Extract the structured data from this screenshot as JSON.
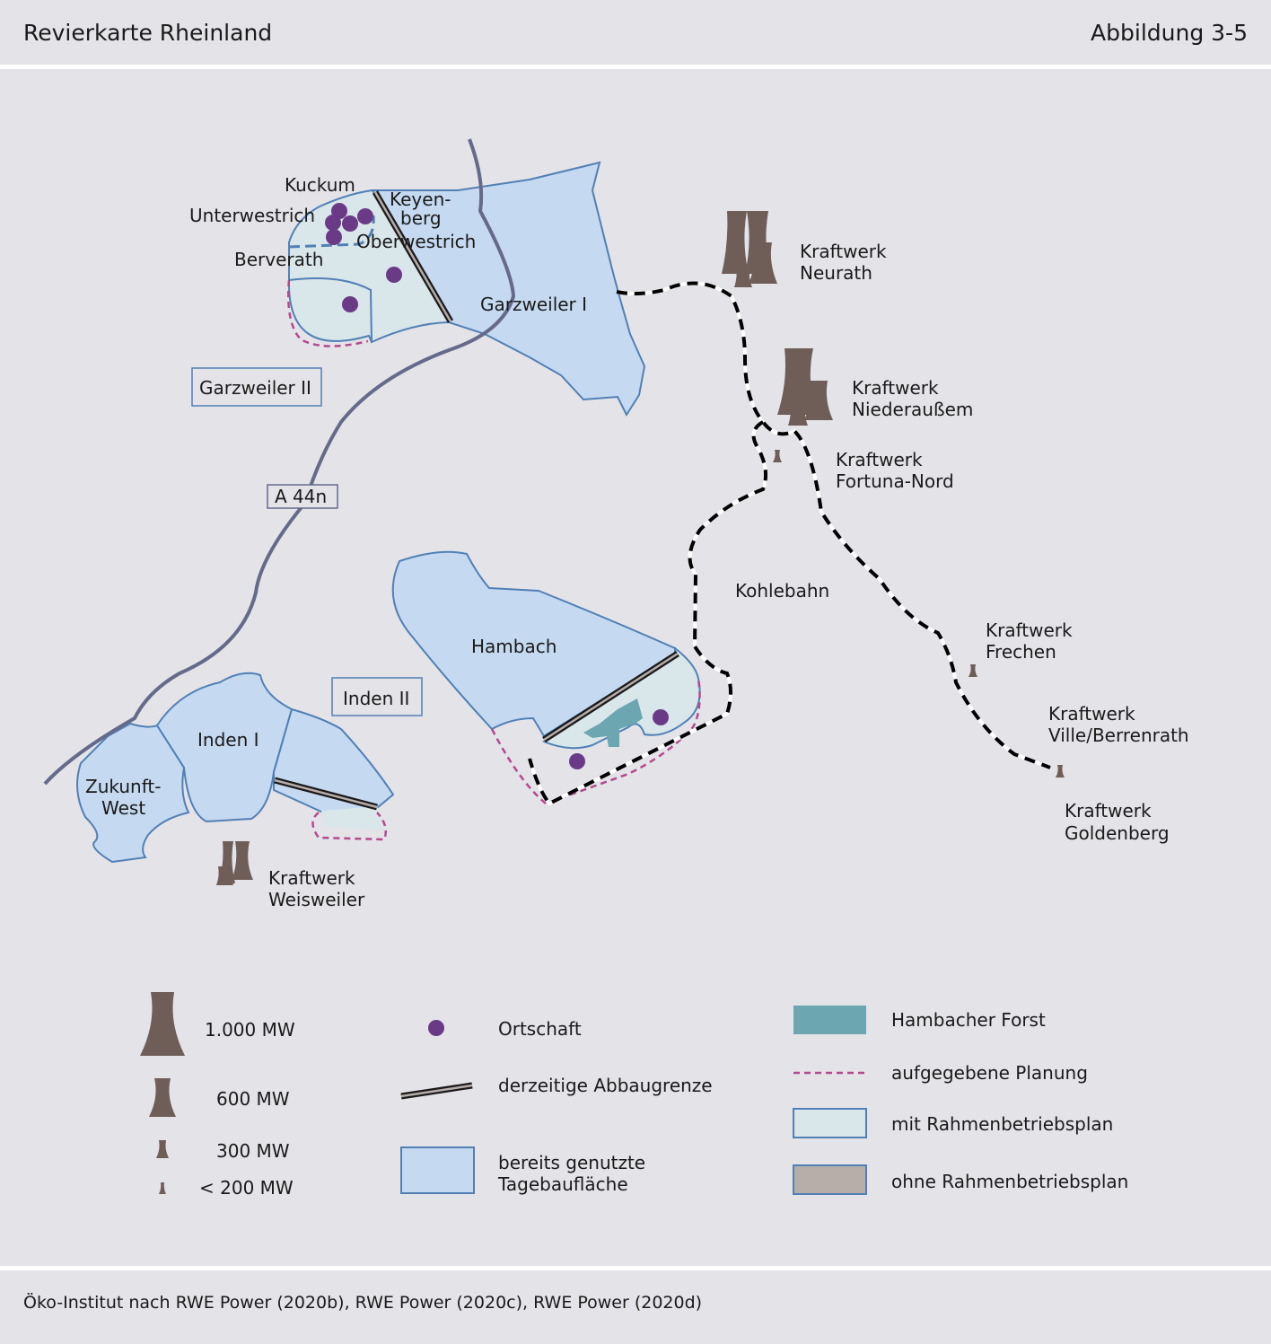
{
  "header": {
    "title": "Revierkarte Rheinland",
    "figure_number": "Abbildung 3-5"
  },
  "map": {
    "mines": {
      "garzweiler_1": "Garzweiler I",
      "garzweiler_2": "Garzweiler II",
      "hambach": "Hambach",
      "inden_1": "Inden I",
      "inden_2": "Inden II",
      "zukunft_west_1": "Zukunft-",
      "zukunft_west_2": "West"
    },
    "villages": {
      "kuckum": "Kuckum",
      "unterwestrich": "Unterwestrich",
      "keyenberg_1": "Keyen-",
      "keyenberg_2": "berg",
      "oberwestrich": "Oberwestrich",
      "berverath": "Berverath"
    },
    "road": "A 44n",
    "railway": "Kohlebahn",
    "power_plants": {
      "neurath": [
        "Kraftwerk",
        "Neurath"
      ],
      "niederaussem": [
        "Kraftwerk",
        "Niederaußem"
      ],
      "fortuna_nord": [
        "Kraftwerk",
        "Fortuna-Nord"
      ],
      "frechen": [
        "Kraftwerk",
        "Frechen"
      ],
      "ville_berrenrath": [
        "Kraftwerk",
        "Ville/Berrenrath"
      ],
      "goldenberg": [
        "Kraftwerk",
        "Goldenberg"
      ],
      "weisweiler": [
        "Kraftwerk",
        "Weisweiler"
      ]
    }
  },
  "legend": {
    "size_1000": "1.000 MW",
    "size_600": "600 MW",
    "size_300": "300 MW",
    "size_200": "< 200 MW",
    "village": "Ortschaft",
    "mining_border": "derzeitige Abbaugrenze",
    "used_area_1": "bereits genutzte",
    "used_area_2": "Tagebaufläche",
    "forest": "Hambacher Forst",
    "abandoned": "aufgegebene Planung",
    "with_plan": "mit Rahmenbetriebsplan",
    "without_plan": "ohne Rahmenbetriebsplan"
  },
  "colors": {
    "used_area": "#c5d9f1",
    "with_plan": "#d9e6ea",
    "without_plan": "#b7aeaa",
    "forest": "#6ca7b1",
    "village": "#6b3a87",
    "abandoned": "#b44a8d",
    "border": "#5180b5",
    "road": "#656a8a",
    "plant": "#6f5e58"
  },
  "source": "Öko-Institut nach RWE Power (2020b), RWE Power (2020c), RWE Power (2020d)"
}
